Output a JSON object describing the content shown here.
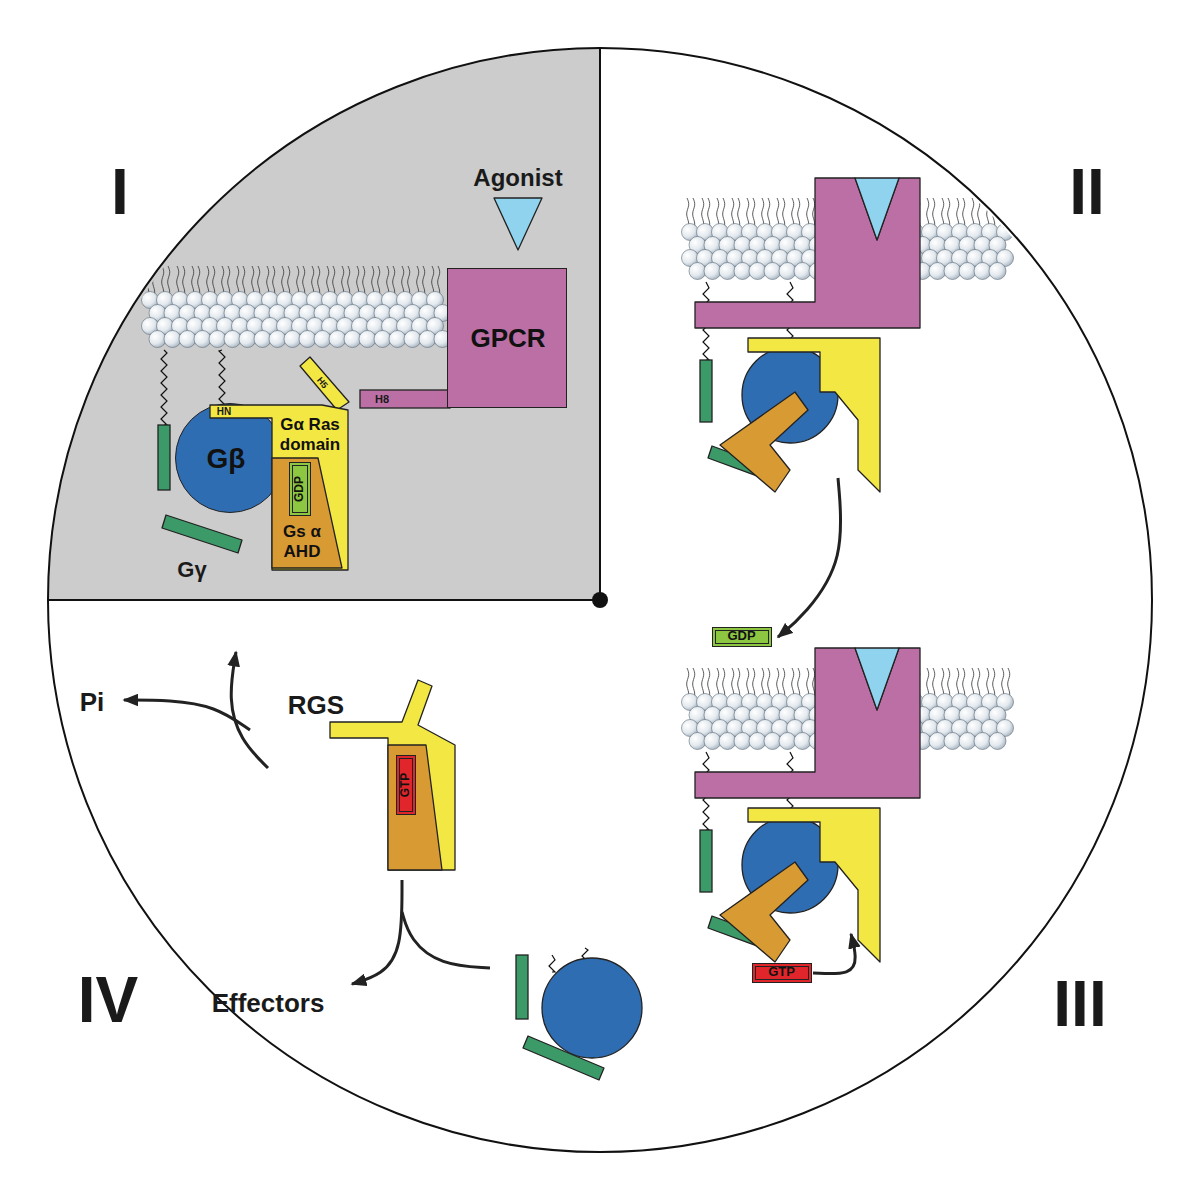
{
  "diagram": {
    "nodes": [
      {
        "text": [
          "GPCR"
        ]
      },
      {
        "text": [
          "Gβ"
        ]
      },
      {
        "text": [
          "Gα Ras domain"
        ]
      },
      {
        "text": [
          "Gs α AHD"
        ]
      },
      {
        "text": [
          "GDP"
        ],
        "in": 3
      },
      {
        "text": [
          "GDP"
        ]
      },
      {
        "text": [
          "GTP"
        ]
      },
      {
        "text": [
          "GTP"
        ]
      }
    ],
    "labels": [
      "I",
      "II",
      "III",
      "IV",
      "Agonist",
      "H8",
      "HN",
      "H5",
      "Gγ",
      "RGS",
      "Pi",
      "Effectors"
    ]
  }
}
